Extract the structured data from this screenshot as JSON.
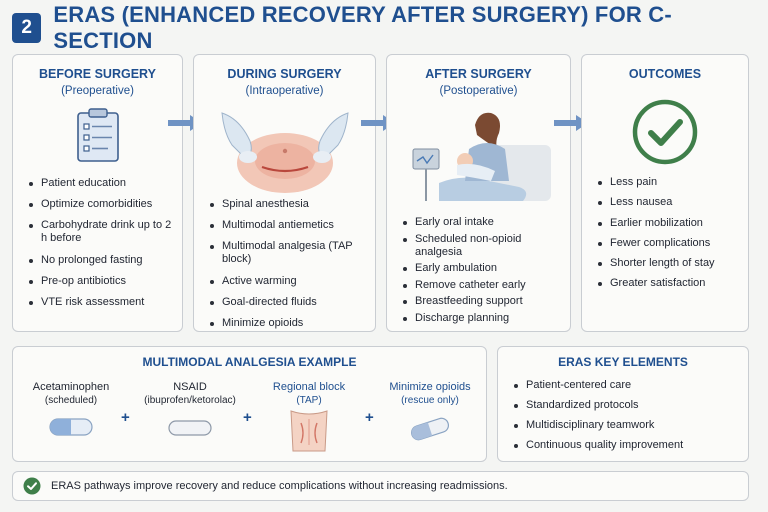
{
  "header": {
    "number": "2",
    "title": "ERAS (ENHANCED RECOVERY AFTER SURGERY) FOR C-SECTION"
  },
  "phases": [
    {
      "title": "BEFORE SURGERY",
      "subtitle": "(Preoperative)",
      "icon": "clipboard-icon",
      "items": [
        "Patient education",
        "Optimize comorbidities",
        "Carbohydrate drink up to 2 h before",
        "No prolonged fasting",
        "Pre-op antibiotics",
        "VTE risk assessment"
      ]
    },
    {
      "title": "DURING SURGERY",
      "subtitle": "(Intraoperative)",
      "icon": "abdomen-illustration",
      "items": [
        "Spinal anesthesia",
        "Multimodal antiemetics",
        "Multimodal analgesia (TAP block)",
        "Active warming",
        "Goal-directed fluids",
        "Minimize opioids"
      ]
    },
    {
      "title": "AFTER SURGERY",
      "subtitle": "(Postoperative)",
      "icon": "mother-baby-illustration",
      "items": [
        "Early oral intake",
        "Scheduled non-opioid analgesia",
        "Early ambulation",
        "Remove catheter early",
        "Breastfeeding support",
        "Discharge planning"
      ]
    },
    {
      "title": "OUTCOMES",
      "subtitle": "",
      "icon": "check-circle-icon",
      "items": [
        "Less pain",
        "Less nausea",
        "Earlier mobilization",
        "Fewer complications",
        "Shorter length of stay",
        "Greater satisfaction"
      ]
    }
  ],
  "multimodal": {
    "title": "MULTIMODAL ANALGESIA EXAMPLE",
    "plus": "+",
    "drugs": [
      {
        "name": "Acetaminophen",
        "detail": "(scheduled)"
      },
      {
        "name": "NSAID",
        "detail": "(ibuprofen/ketorolac)"
      },
      {
        "name": "Regional block",
        "detail": "(TAP)"
      },
      {
        "name": "Minimize opioids",
        "detail": "(rescue only)"
      }
    ]
  },
  "key_elements": {
    "title": "ERAS KEY ELEMENTS",
    "items": [
      "Patient-centered care",
      "Standardized protocols",
      "Multidisciplinary teamwork",
      "Continuous quality improvement"
    ]
  },
  "footer": {
    "text": "ERAS pathways improve recovery and reduce complications without increasing readmissions."
  },
  "colors": {
    "primary": "#1f4f8f",
    "accent_green": "#3f7f4a",
    "arrow": "#6f93c4",
    "card_border": "#c9cdd2"
  }
}
